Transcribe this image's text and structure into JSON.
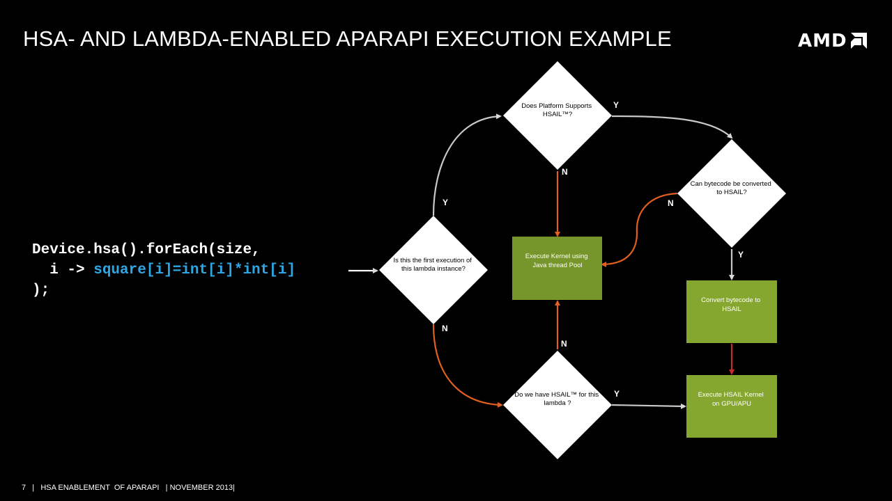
{
  "slide": {
    "title": "HSA- AND LAMBDA-ENABLED APARAPI EXECUTION EXAMPLE",
    "logo_text": "AMD",
    "code": {
      "line1": "Device.hsa().forEach(size,",
      "line2_prefix": "  i -> ",
      "line2_highlight": "square[i]=int[i]*int[i]",
      "line3": ");"
    },
    "footer": {
      "page_number": "7",
      "separator": "|",
      "section": "HSA ENABLEMENT  OF APARAPI",
      "date": "NOVEMBER 2013|"
    }
  },
  "flowchart": {
    "decisions": [
      {
        "id": "first-exec",
        "lines": [
          "Is this the first execution of",
          "this lambda instance?"
        ]
      },
      {
        "id": "platform",
        "lines": [
          "Does Platform Supports",
          "HSAIL™?"
        ]
      },
      {
        "id": "bytecode",
        "lines": [
          "Can bytecode be converted",
          "to HSAIL?"
        ]
      },
      {
        "id": "have-hsail",
        "lines": [
          "Do we have HSAIL™ for this",
          "lambda ?"
        ]
      }
    ],
    "processes": [
      {
        "id": "java-pool",
        "lines": [
          "Execute Kernel using",
          "Java thread Pool"
        ]
      },
      {
        "id": "convert",
        "lines": [
          "Convert bytecode to",
          "HSAIL"
        ]
      },
      {
        "id": "gpu-apu",
        "lines": [
          "Execute  HSAIL Kernel",
          "on GPU/APU"
        ]
      }
    ],
    "edge_labels": {
      "first_yes": "Y",
      "first_no": "N",
      "platform_yes": "Y",
      "platform_no": "N",
      "bytecode_no": "N",
      "bytecode_yes": "Y",
      "have_no": "N",
      "have_yes": "Y"
    },
    "colors": {
      "yes_arrow": "#c8c8c8",
      "no_arrow": "#e0601f",
      "convert_arrow": "#cc2a2a",
      "process_fill": "#86a72f",
      "process_fill_dark": "#76952a",
      "decision_fill": "#ffffff"
    }
  }
}
